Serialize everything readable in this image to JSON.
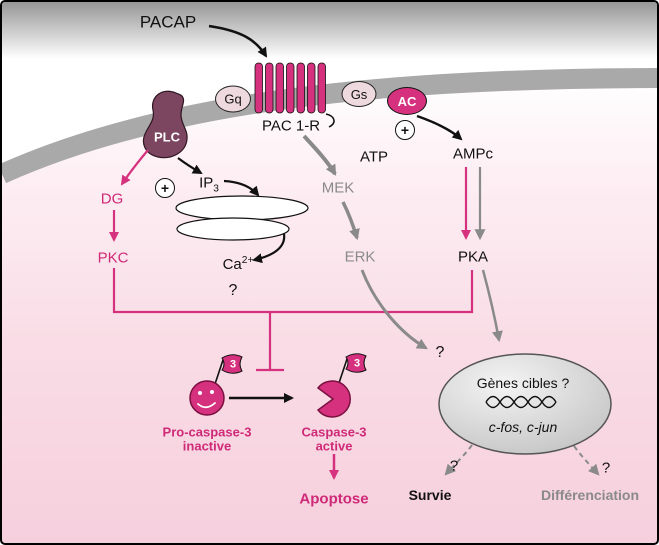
{
  "colors": {
    "magenta": "#d6317e",
    "gray_signal": "#8a8a8a",
    "membrane": "#a9a9a9",
    "plc_fill": "#7d4660",
    "nucleus_fill": "#cfcfcf"
  },
  "membrane_complex": {
    "ligand": "PACAP",
    "receptor": "PAC 1-R",
    "g_protein_q": "Gq",
    "g_protein_s": "Gs",
    "adenylate_cyclase": "AC",
    "plus": "+"
  },
  "left_branch": {
    "plc": "PLC",
    "dg": "DG",
    "ip3_base": "IP",
    "ip3_sub": "3",
    "pkc": "PKC",
    "calcium_base": "Ca",
    "calcium_sup": "2+",
    "calcium_question": "?"
  },
  "middle_branch": {
    "mek": "MEK",
    "erk": "ERK",
    "erk_question": "?"
  },
  "right_branch": {
    "atp": "ATP",
    "ampc": "AMPc",
    "pka": "PKA"
  },
  "apoptosis": {
    "flag": "3",
    "pro_caspase_line1": "Pro-caspase-3",
    "pro_caspase_line2": "inactive",
    "caspase_line1": "Caspase-3",
    "caspase_line2": "active",
    "outcome": "Apoptose"
  },
  "nucleus": {
    "title": "Gènes cibles ?",
    "genes": "c-fos, c-jun",
    "survie_question": "?",
    "survie": "Survie",
    "differenciation_question": "?",
    "differenciation": "Différenciation"
  }
}
